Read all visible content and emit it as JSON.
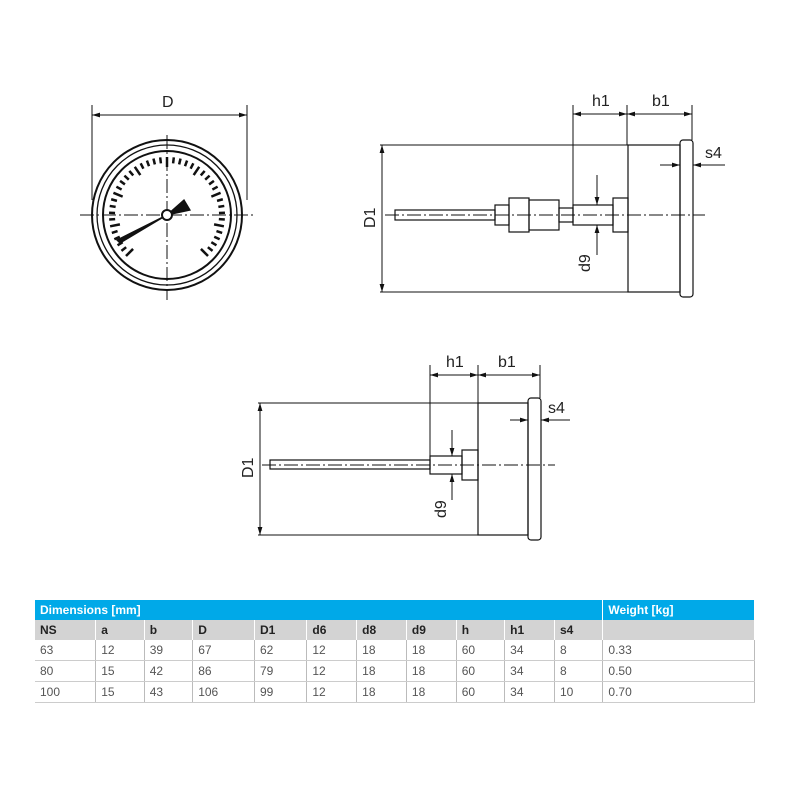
{
  "drawings": {
    "front": {
      "label_D": "D"
    },
    "side_long": {
      "label_h1": "h1",
      "label_b1": "b1",
      "label_s4": "s4",
      "label_D1": "D1",
      "label_d9": "d9"
    },
    "side_short": {
      "label_h1": "h1",
      "label_b1": "b1",
      "label_s4": "s4",
      "label_D1": "D1",
      "label_d9": "d9"
    }
  },
  "table": {
    "group_header": "Dimensions [mm]",
    "weight_header": "Weight [kg]",
    "columns": [
      "NS",
      "a",
      "b",
      "D",
      "D1",
      "d6",
      "d8",
      "d9",
      "h",
      "h1",
      "s4",
      ""
    ],
    "rows": [
      [
        "63",
        "12",
        "39",
        "67",
        "62",
        "12",
        "18",
        "18",
        "60",
        "34",
        "8",
        "0.33"
      ],
      [
        "80",
        "15",
        "42",
        "86",
        "79",
        "12",
        "18",
        "18",
        "60",
        "34",
        "8",
        "0.50"
      ],
      [
        "100",
        "15",
        "43",
        "106",
        "99",
        "12",
        "18",
        "18",
        "60",
        "34",
        "10",
        "0.70"
      ]
    ],
    "header_color": "#00a9e8"
  }
}
